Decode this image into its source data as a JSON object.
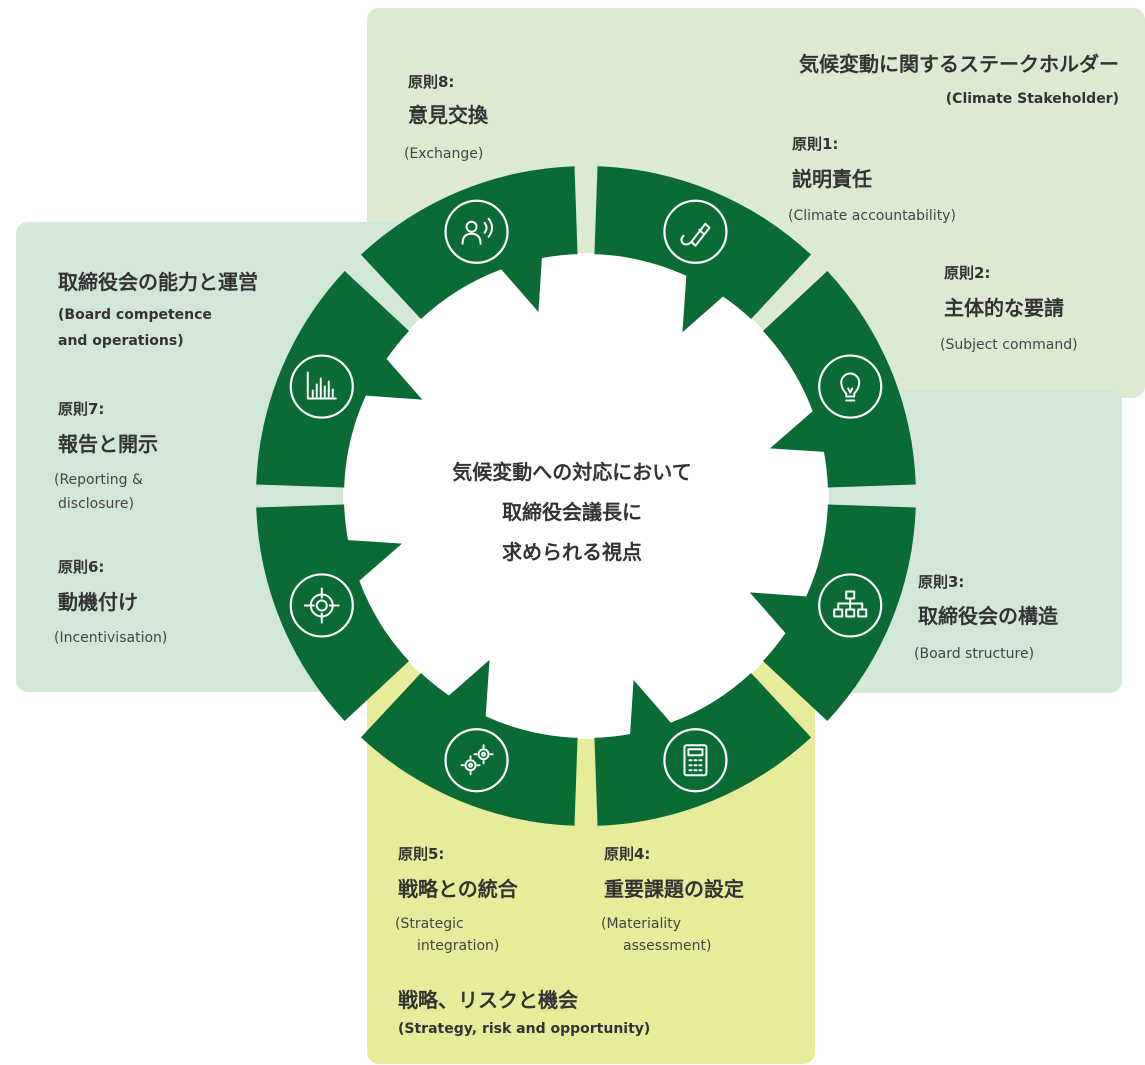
{
  "center": {
    "line1": "気候変動への対応において",
    "line2": "取締役会議長に",
    "line3": "求められる視点"
  },
  "groups": {
    "stakeholder": {
      "title": "気候変動に関するステークホルダー",
      "en": "(Climate Stakeholder)"
    },
    "board_competence": {
      "title": "取締役会の能力と運営",
      "en_line1": "(Board competence",
      "en_line2": "and operations)"
    },
    "strategy": {
      "title": "戦略、リスクと機会",
      "en": "(Strategy, risk and opportunity)"
    }
  },
  "principles": {
    "p1": {
      "num": "原則1:",
      "title": "説明責任",
      "en": "(Climate accountability)",
      "icon": "pen-icon"
    },
    "p2": {
      "num": "原則2:",
      "title": "主体的な要請",
      "en": "(Subject command)",
      "icon": "lightbulb-icon"
    },
    "p3": {
      "num": "原則3:",
      "title": "取締役会の構造",
      "en": "(Board structure)",
      "icon": "org-chart-icon"
    },
    "p4": {
      "num": "原則4:",
      "title": "重要課題の設定",
      "en_line1": "(Materiality",
      "en_line2": "assessment)",
      "icon": "calculator-icon"
    },
    "p5": {
      "num": "原則5:",
      "title": "戦略との統合",
      "en_line1": "(Strategic",
      "en_line2": "integration)",
      "icon": "gears-icon"
    },
    "p6": {
      "num": "原則6:",
      "title": "動機付け",
      "en": "(Incentivisation)",
      "icon": "target-icon"
    },
    "p7": {
      "num": "原則7:",
      "title": "報告と開示",
      "en_line1": "(Reporting &",
      "en_line2": "disclosure)",
      "icon": "bar-chart-icon"
    },
    "p8": {
      "num": "原則8:",
      "title": "意見交換",
      "en": "(Exchange)",
      "icon": "speaking-person-icon"
    }
  },
  "colors": {
    "segment": "#0a6b34",
    "stakeholder_bg": "#dcead0",
    "board_bg": "#d3e7d8",
    "strategy_bg": "#e7ec9a"
  }
}
